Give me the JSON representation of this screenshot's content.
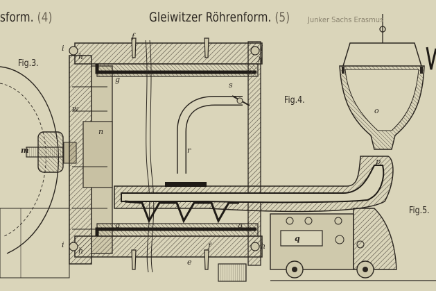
{
  "header": {
    "left_title": "sform.",
    "left_number": "(4)",
    "main_title": "Gleiwitzer Röhrenform.",
    "main_number": "(5)",
    "right_text": "Junker Sachs Erasmus"
  },
  "figures": {
    "fig3": "Fig.3.",
    "fig4": "Fig.4.",
    "fig5": "Fig.5."
  },
  "letters": {
    "i_tl": "i",
    "h_tl": "h",
    "f_top": "f",
    "i_tr": "i",
    "h_tr": "h",
    "g_ul": "g",
    "w": "w",
    "n": "n",
    "m": "m",
    "s": "s",
    "r": "r",
    "o": "o",
    "p": "p",
    "g_ll": "g",
    "g_lr": "g",
    "i_bl": "i",
    "h_bl": "h",
    "f_bot": "f",
    "e": "e",
    "h_br": "h",
    "q": "q"
  },
  "colors": {
    "paper": "#dad5ba",
    "ink": "#2b2620",
    "hatch": "#4a443a"
  }
}
